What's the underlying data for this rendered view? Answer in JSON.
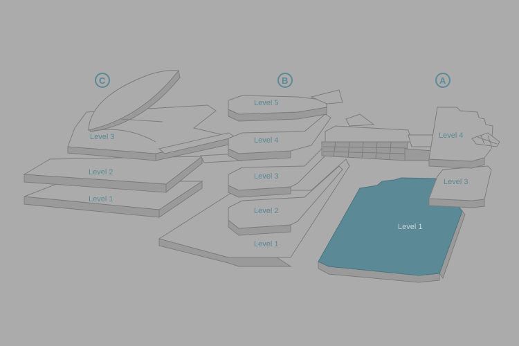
{
  "colors": {
    "background": "#ababab",
    "selected": "#5b8a96",
    "accent": "#5b8a96"
  },
  "buildings": [
    {
      "id": "C",
      "label": "C",
      "levels": [
        "Level 3",
        "Level 2",
        "Level 1"
      ]
    },
    {
      "id": "B",
      "label": "B",
      "levels": [
        "Level 5",
        "Level 4",
        "Level 3",
        "Level 2",
        "Level 1"
      ]
    },
    {
      "id": "A",
      "label": "A",
      "levels": [
        "Level 4",
        "Level 3",
        "Level 1"
      ]
    }
  ],
  "selected": {
    "building": "A",
    "level": "Level 1"
  }
}
